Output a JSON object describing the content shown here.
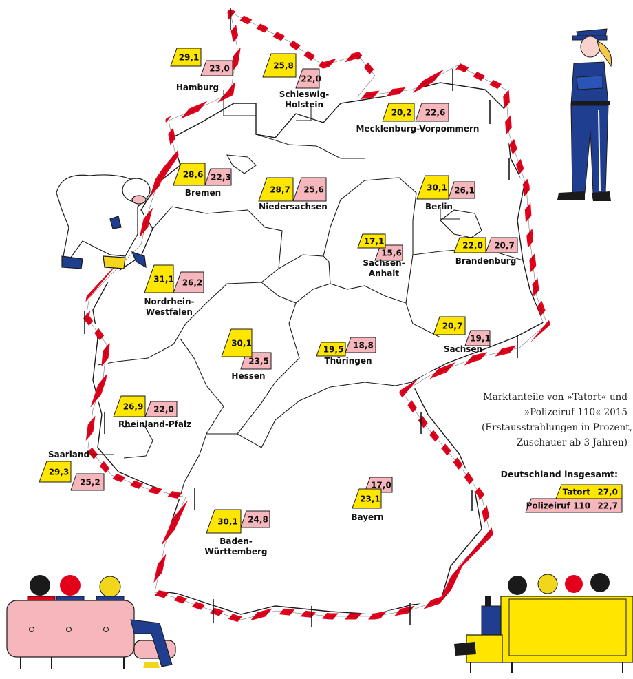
{
  "caption": {
    "line1": "Marktanteile von »Tatort« und",
    "line2": "»Polizeiruf 110« 2015",
    "line3": "(Erstausstrahlungen in Prozent,",
    "line4": "Zuschauer ab 3 Jahren)"
  },
  "colors": {
    "tatort": "#FFE600",
    "polizeiruf": "#F5B6BC",
    "tape_red": "#E3001B",
    "outline": "#1A1A1A"
  },
  "germany_total": {
    "title": "Deutschland insgesamt:",
    "tatort_label": "Tatort",
    "tatort_value": "27,0",
    "polizeiruf_label": "Polizeiruf 110",
    "polizeiruf_value": "22,7"
  },
  "states": [
    {
      "name": "Hamburg",
      "tatort": "29,1",
      "polizeiruf": "23,0"
    },
    {
      "name": "Schleswig-Holstein",
      "tatort": "25,8",
      "polizeiruf": "22,0"
    },
    {
      "name": "Mecklenburg-Vorpommern",
      "tatort": "20,2",
      "polizeiruf": "22,6"
    },
    {
      "name": "Bremen",
      "tatort": "28,6",
      "polizeiruf": "22,3"
    },
    {
      "name": "Niedersachsen",
      "tatort": "28,7",
      "polizeiruf": "25,6"
    },
    {
      "name": "Berlin",
      "tatort": "30,1",
      "polizeiruf": "26,1"
    },
    {
      "name": "Sachsen-Anhalt",
      "tatort": "17,1",
      "polizeiruf": "15,6"
    },
    {
      "name": "Brandenburg",
      "tatort": "22,0",
      "polizeiruf": "20,7"
    },
    {
      "name": "Nordrhein-Westfalen",
      "tatort": "31,1",
      "polizeiruf": "26,2"
    },
    {
      "name": "Sachsen",
      "tatort": "20,7",
      "polizeiruf": "19,1"
    },
    {
      "name": "Hessen",
      "tatort": "30,1",
      "polizeiruf": "23,5"
    },
    {
      "name": "Thüringen",
      "tatort": "19,5",
      "polizeiruf": "18,8"
    },
    {
      "name": "Rheinland-Pfalz",
      "tatort": "26,9",
      "polizeiruf": "22,0"
    },
    {
      "name": "Saarland",
      "tatort": "29,3",
      "polizeiruf": "25,2"
    },
    {
      "name": "Bayern",
      "tatort": "23,1",
      "polizeiruf": "17,0"
    },
    {
      "name": "Baden-Württemberg",
      "tatort": "30,1",
      "polizeiruf": "24,8"
    }
  ]
}
